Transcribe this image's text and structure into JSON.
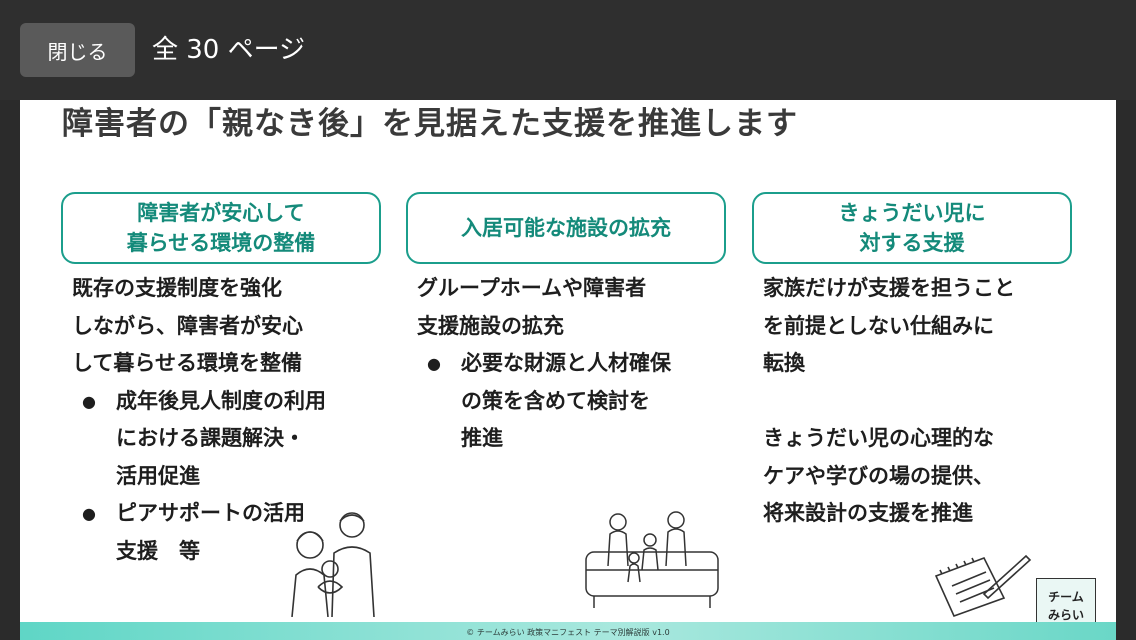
{
  "header": {
    "close_label": "閉じる",
    "page_count": "全 30 ページ"
  },
  "slide": {
    "title": "障害者の「親なき後」を見据えた支援を推進します",
    "columns": [
      {
        "heading": [
          "障害者が安心して",
          "暮らせる環境の整備"
        ],
        "lines": [
          "既存の支援制度を強化",
          "しながら、障害者が安心",
          "して暮らせる環境を整備"
        ],
        "bullets": [
          [
            "成年後見人制度の利用",
            "における課題解決・",
            "活用促進"
          ],
          [
            "ピアサポートの活用",
            "支援　等"
          ]
        ]
      },
      {
        "heading": [
          "入居可能な施設の拡充"
        ],
        "lines": [
          "グループホームや障害者",
          "支援施設の拡充"
        ],
        "bullets": [
          [
            "必要な財源と人材確保",
            "の策を含めて検討を",
            "推進"
          ]
        ]
      },
      {
        "heading": [
          "きょうだい児に",
          "対する支援"
        ],
        "lines": [
          "家族だけが支援を担うこと",
          "を前提としない仕組みに",
          "転換",
          "",
          "きょうだい児の心理的な",
          "ケアや学びの場の提供、",
          "将来設計の支援を推進"
        ],
        "bullets": []
      }
    ],
    "bullet_glyph": "●",
    "logo_lines": [
      "チーム",
      "みらい"
    ],
    "footer": "© チームみらい 政策マニフェスト テーマ別解説版 v1.0"
  },
  "colors": {
    "accent": "#1b9e8c",
    "topbar": "#2f2f2f",
    "button": "#5a5a5a"
  }
}
